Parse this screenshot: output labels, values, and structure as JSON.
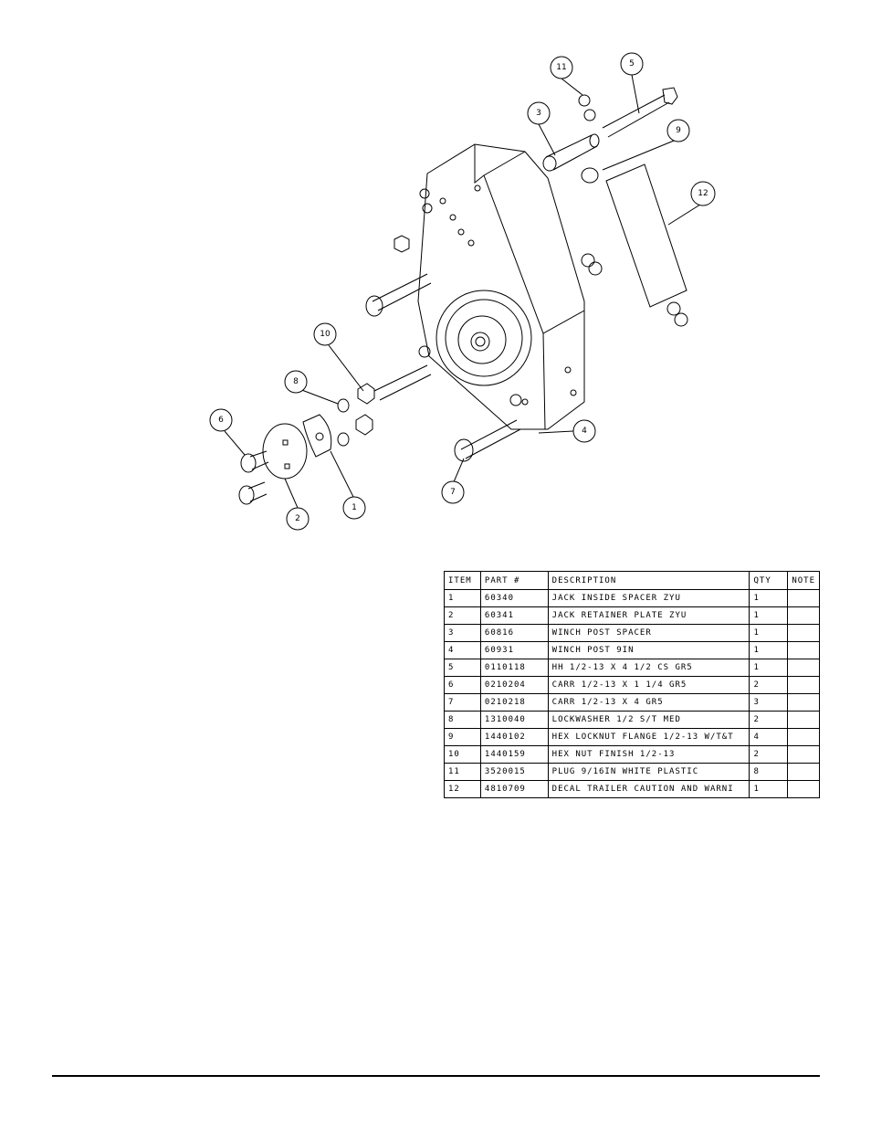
{
  "balloons": [
    "1",
    "2",
    "3",
    "4",
    "5",
    "6",
    "7",
    "8",
    "9",
    "10",
    "11",
    "12"
  ],
  "table": {
    "headers": {
      "item": "ITEM",
      "part": "PART #",
      "description": "DESCRIPTION",
      "qty": "QTY",
      "note": "NOTE"
    },
    "rows": [
      {
        "item": "1",
        "part": "60340",
        "description": "JACK INSIDE SPACER ZYU",
        "qty": "1",
        "note": ""
      },
      {
        "item": "2",
        "part": "60341",
        "description": "JACK RETAINER PLATE ZYU",
        "qty": "1",
        "note": ""
      },
      {
        "item": "3",
        "part": "60816",
        "description": "WINCH POST SPACER",
        "qty": "1",
        "note": ""
      },
      {
        "item": "4",
        "part": "60931",
        "description": "WINCH POST 9IN",
        "qty": "1",
        "note": ""
      },
      {
        "item": "5",
        "part": "0110118",
        "description": "HH 1/2-13 X 4 1/2 CS GR5",
        "qty": "1",
        "note": ""
      },
      {
        "item": "6",
        "part": "0210204",
        "description": "CARR 1/2-13 X 1 1/4 GR5",
        "qty": "2",
        "note": ""
      },
      {
        "item": "7",
        "part": "0210218",
        "description": "CARR 1/2-13 X 4 GR5",
        "qty": "3",
        "note": ""
      },
      {
        "item": "8",
        "part": "1310040",
        "description": "LOCKWASHER 1/2 S/T MED",
        "qty": "2",
        "note": ""
      },
      {
        "item": "9",
        "part": "1440102",
        "description": "HEX LOCKNUT FLANGE 1/2-13 W/T&T",
        "qty": "4",
        "note": ""
      },
      {
        "item": "10",
        "part": "1440159",
        "description": "HEX NUT FINISH 1/2-13",
        "qty": "2",
        "note": ""
      },
      {
        "item": "11",
        "part": "3520015",
        "description": "PLUG   9/16IN WHITE PLASTIC",
        "qty": "8",
        "note": ""
      },
      {
        "item": "12",
        "part": "4810709",
        "description": "DECAL TRAILER CAUTION AND WARNI",
        "qty": "1",
        "note": ""
      }
    ]
  }
}
